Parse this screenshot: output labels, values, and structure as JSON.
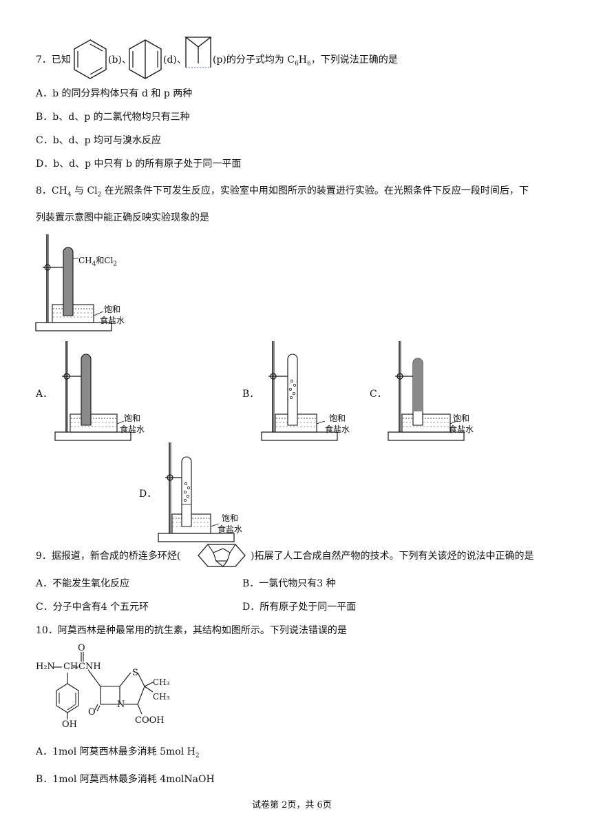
{
  "q7": {
    "number": "7．已知",
    "b_tag": "(b)、",
    "d_tag": "(d)、",
    "p_tag": "(p)的分子式均为 C",
    "formula_sub1": "6",
    "formula_H": "H",
    "formula_sub2": "6",
    "stem_tail": "，下列说法正确的是",
    "options": {
      "A": "A．b 的同分异构体只有 d 和 p 两种",
      "B": "B．b、d、p 的二氯代物均只有三种",
      "C": "C．b、d、p 均可与溴水反应",
      "D": "D．b、d、p 中只有 b 的所有原子处于同一平面"
    }
  },
  "q8": {
    "stem_line1_pre": "8．CH",
    "stem_line1_sub1": "4",
    "stem_line1_mid": " 与 Cl",
    "stem_line1_sub2": "2",
    "stem_line1_post": " 在光照条件下可发生反应，实验室中用如图所示的装置进行实验。在光照条件下反应一段时间后，下",
    "stem_line2": "列装置示意图中能正确反映实验现象的是",
    "gas_label_pre": "CH",
    "gas_label_sub1": "4",
    "gas_label_mid": "和Cl",
    "gas_label_sub2": "2",
    "water_label_1": "饱和",
    "water_label_2": "食盐水",
    "option_A": "A．",
    "option_B": "B．",
    "option_C": "C．",
    "option_D": "D．"
  },
  "q9": {
    "stem_pre": "9．据报道，新合成的桥连多环烃(",
    "stem_post": ")拓展了人工合成自然产物的技术。下列有关该烃的说法中正确的是",
    "options": {
      "A": "A．不能发生氧化反应",
      "B": "B．一氯代物只有3 种",
      "C": "C．分子中含有4 个五元环",
      "D": "D．所有原子处于同一平面"
    }
  },
  "q10": {
    "stem": "10．阿莫西林是种最常用的抗生素，其结构如图所示。下列说法错误的是",
    "structure_labels": {
      "O_top": "O",
      "H2N": "H₂N",
      "CH": "CH",
      "C": "C",
      "NH": "NH",
      "S": "S",
      "CH3_1": "CH₃",
      "CH3_2": "CH₃",
      "O_ring": "O",
      "N": "N",
      "COOH": "COOH",
      "OH": "OH"
    },
    "optA_pre": "A．1mol 阿莫西林最多消耗 5mol H",
    "optA_sub": "2",
    "optB": "B．1mol 阿莫西林最多消耗 4molNaOH"
  },
  "footer": "试卷第 2页，共 6页"
}
